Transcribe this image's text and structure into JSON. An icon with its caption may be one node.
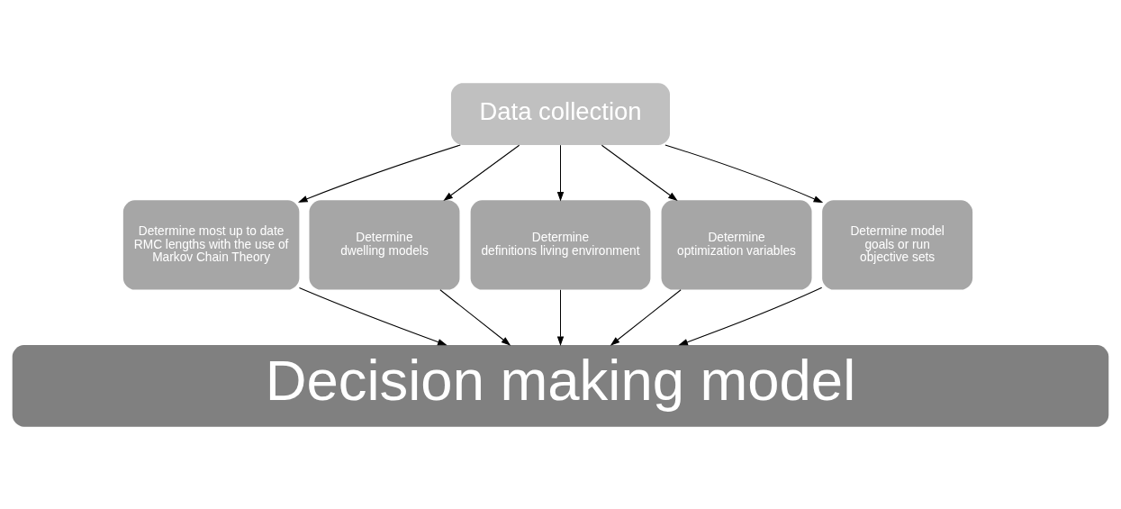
{
  "diagram": {
    "nodes": [
      {
        "text": [
          "Data collection"
        ]
      },
      {
        "text": [
          "Determine most up to date RMC lengths with the use of Markov Chain Theory"
        ]
      },
      {
        "text": [
          "Determine dwelling models"
        ]
      },
      {
        "text": [
          "Determine definitions living environment"
        ]
      },
      {
        "text": [
          "Determine optimization variables"
        ]
      },
      {
        "text": [
          "Determine model goals or run objective sets"
        ]
      },
      {
        "text": [
          "Decision making model"
        ]
      }
    ],
    "edges": [
      {
        "from": 0,
        "to": 1,
        "arrow": "to"
      },
      {
        "from": 0,
        "to": 2,
        "arrow": "to"
      },
      {
        "from": 0,
        "to": 3,
        "arrow": "to"
      },
      {
        "from": 0,
        "to": 4,
        "arrow": "to"
      },
      {
        "from": 0,
        "to": 5,
        "arrow": "to"
      },
      {
        "from": 1,
        "to": 6,
        "arrow": "to"
      },
      {
        "from": 2,
        "to": 6,
        "arrow": "to"
      },
      {
        "from": 3,
        "to": 6,
        "arrow": "to"
      },
      {
        "from": 4,
        "to": 6,
        "arrow": "to"
      },
      {
        "from": 5,
        "to": 6,
        "arrow": "to"
      }
    ]
  }
}
